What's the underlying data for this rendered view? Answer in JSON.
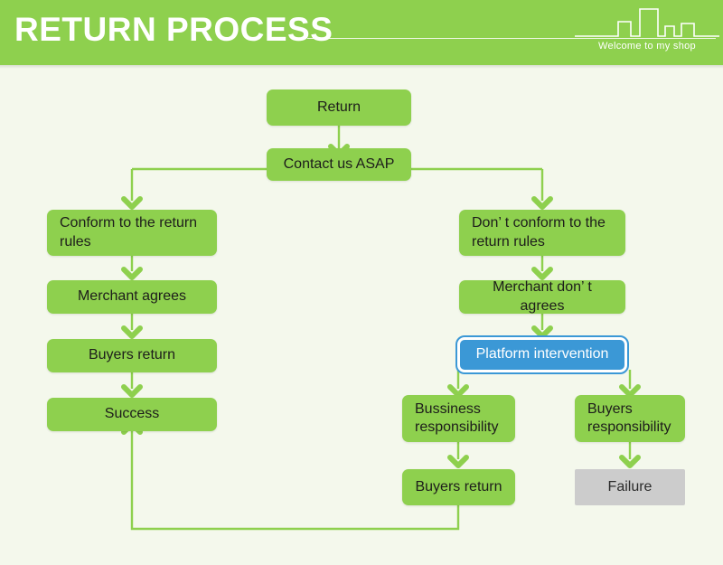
{
  "header": {
    "title": "RETURN PROCESS",
    "tagline": "Welcome to my shop",
    "brand_green": "#8ed04e",
    "title_color": "#ffffff"
  },
  "colors": {
    "page_background": "#f4f8ec",
    "node_green": "#8ed04e",
    "node_blue": "#3b98d6",
    "node_gray": "#cccccc",
    "edge_green": "#8ed04e",
    "text_dark": "#1d1d1b"
  },
  "flowchart": {
    "type": "flowchart",
    "title": "RETURN PROCESS",
    "nodes": [
      {
        "id": "return",
        "label": "Return",
        "style": "green",
        "align": "center"
      },
      {
        "id": "contact",
        "label": "Contact us ASAP",
        "style": "green",
        "align": "center"
      },
      {
        "id": "conform",
        "label": "Conform to the return rules",
        "style": "green",
        "align": "left"
      },
      {
        "id": "merchant_ok",
        "label": "Merchant agrees",
        "style": "green",
        "align": "center"
      },
      {
        "id": "buyers_ret_l",
        "label": "Buyers return",
        "style": "green",
        "align": "center"
      },
      {
        "id": "success",
        "label": "Success",
        "style": "green",
        "align": "center"
      },
      {
        "id": "not_conform",
        "label": "Don’ t conform to the return rules",
        "style": "green",
        "align": "left"
      },
      {
        "id": "merchant_no",
        "label": "Merchant don’ t agrees",
        "style": "green",
        "align": "center"
      },
      {
        "id": "platform",
        "label": "Platform intervention",
        "style": "highlight",
        "align": "center"
      },
      {
        "id": "business_resp",
        "label": "Bussiness responsibility",
        "style": "green",
        "align": "left"
      },
      {
        "id": "buyers_resp",
        "label": "Buyers responsibility",
        "style": "green",
        "align": "left"
      },
      {
        "id": "buyers_ret_r",
        "label": "Buyers return",
        "style": "green",
        "align": "center"
      },
      {
        "id": "failure",
        "label": "Failure",
        "style": "gray",
        "align": "center"
      }
    ],
    "edges": [
      {
        "from": "return",
        "to": "contact",
        "direction": "down"
      },
      {
        "from": "contact",
        "to": "conform",
        "direction": "down"
      },
      {
        "from": "contact",
        "to": "not_conform",
        "direction": "down"
      },
      {
        "from": "conform",
        "to": "merchant_ok",
        "direction": "down"
      },
      {
        "from": "merchant_ok",
        "to": "buyers_ret_l",
        "direction": "down"
      },
      {
        "from": "buyers_ret_l",
        "to": "success",
        "direction": "down"
      },
      {
        "from": "not_conform",
        "to": "merchant_no",
        "direction": "down"
      },
      {
        "from": "merchant_no",
        "to": "platform",
        "direction": "down"
      },
      {
        "from": "platform",
        "to": "business_resp",
        "direction": "down"
      },
      {
        "from": "platform",
        "to": "buyers_resp",
        "direction": "down"
      },
      {
        "from": "business_resp",
        "to": "buyers_ret_r",
        "direction": "down"
      },
      {
        "from": "buyers_resp",
        "to": "failure",
        "direction": "down"
      },
      {
        "from": "buyers_ret_r",
        "to": "success",
        "direction": "up"
      }
    ]
  }
}
